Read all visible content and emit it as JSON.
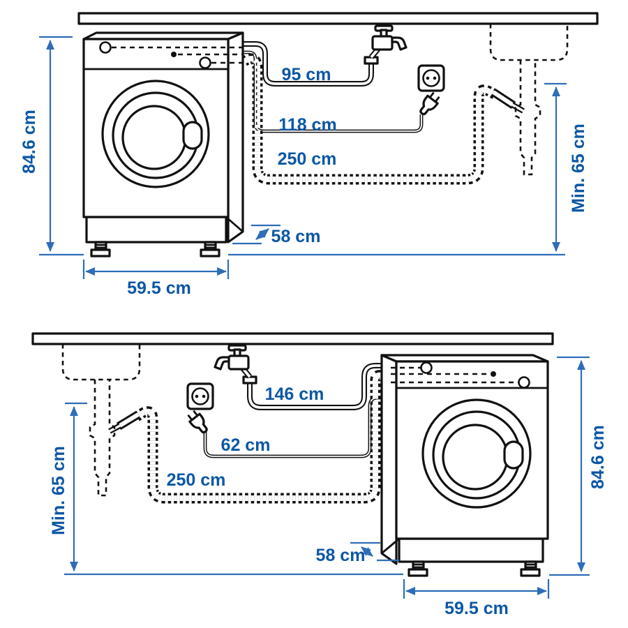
{
  "diagram_title": "Washing machine installation clearance and hose length diagram",
  "colors": {
    "ink": "#111111",
    "dimension_blue": "#2e6db8",
    "label_blue": "#0c57a5",
    "background": "#ffffff"
  },
  "icons": [
    "washing-machine-icon",
    "countertop-icon",
    "faucet-icon",
    "power-socket-icon",
    "power-plug-icon",
    "sink-outline-icon",
    "drain-pipe-icon",
    "drain-hose-icon"
  ],
  "top_diagram": {
    "machine_height": "84.6 cm",
    "machine_width": "59.5 cm",
    "machine_depth": "58 cm",
    "water_hose_length": "95 cm",
    "power_cord_length": "118 cm",
    "drain_hose_length": "250 cm",
    "drain_min_height": "Min. 65 cm"
  },
  "bottom_diagram": {
    "machine_height": "84.6 cm",
    "machine_width": "59.5 cm",
    "machine_depth": "58 cm",
    "water_hose_length": "146 cm",
    "power_cord_length": "62 cm",
    "drain_hose_length": "250 cm",
    "drain_min_height": "Min. 65 cm"
  }
}
